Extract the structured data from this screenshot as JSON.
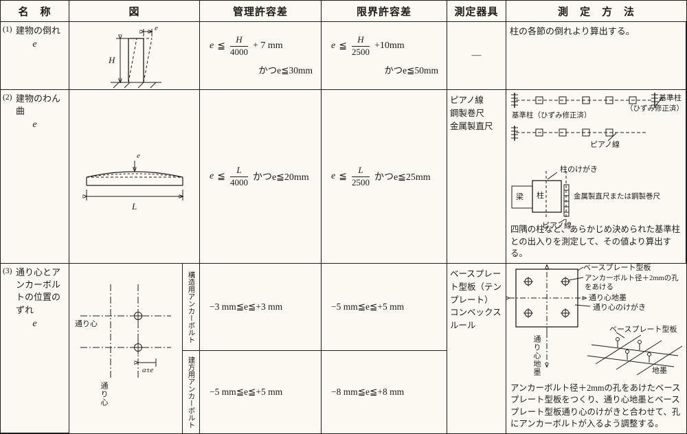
{
  "colors": {
    "paper": "#fbf9f1",
    "ink": "#1c1c1c"
  },
  "header": {
    "name": "名　称",
    "figure": "図",
    "control": "管理許容差",
    "limit": "限界許容差",
    "instrument": "測定器具",
    "method": "測　定　方　法"
  },
  "row1": {
    "no": "(1)",
    "name": "建物の倒れ",
    "symbol": "e",
    "fig": {
      "height_label": "H",
      "e_label": "e"
    },
    "control": {
      "var": "e",
      "op": "≦",
      "num": "H",
      "den": "4000",
      "tail": "+ 7 mm",
      "also": "かつe≦30mm"
    },
    "limit": {
      "var": "e",
      "op": "≦",
      "num": "H",
      "den": "2500",
      "tail": "+10mm",
      "also": "かつe≦50mm"
    },
    "instrument": "―",
    "method_text": "柱の各節の倒れより算出する。"
  },
  "row2": {
    "no": "(2)",
    "name": "建物のわん曲",
    "symbol": "e",
    "fig": {
      "length_label": "L",
      "e_label": "e"
    },
    "control": {
      "var": "e",
      "op": "≦",
      "num": "L",
      "den": "4000",
      "tail": "かつe≦20mm"
    },
    "limit": {
      "var": "e",
      "op": "≦",
      "num": "L",
      "den": "2500",
      "tail": "かつe≦25mm"
    },
    "instruments": [
      "ピアノ線",
      "鋼製巻尺",
      "金属製直尺"
    ],
    "diagram": {
      "ref_col_right_1": "基準柱",
      "ref_col_right_2": "（ひずみ修正済）",
      "ref_col_left": "基準柱（ひずみ修正済）",
      "piano_wire_1": "ピアノ線",
      "kegaki": "柱のけがき",
      "beam": "梁",
      "column": "柱",
      "ruler": "金属製直尺または鋼製巻尺",
      "piano_wire_2": "ピアノ線"
    },
    "method_text": "四隅の柱など、あらかじめ決められた基準柱との出入りを測定して、その値より算出する。"
  },
  "row3": {
    "no": "(3)",
    "name": "通り心とアンカーボルトの位置のずれ",
    "symbol": "e",
    "fig": {
      "grid_label_left": "通り心",
      "grid_label_bottom": "通り心",
      "dim_label": "a±e"
    },
    "sub_rows": [
      {
        "label": "構造用アンカーボルト",
        "control": "−3 mm≦e≦+3 mm",
        "limit": "−5 mm≦e≦+5 mm"
      },
      {
        "label": "建方用アンカーボルト",
        "control": "−5 mm≦e≦+5 mm",
        "limit": "−8 mm≦e≦+8 mm"
      }
    ],
    "instruments": [
      "ベースプレート型板（テンプレート）",
      "コンベックスルール"
    ],
    "diagram": {
      "plate_top": "ベースプレート型板",
      "hole": "アンカーボルト径＋2mmの孔をあける",
      "sumi": "通り心地墨",
      "kegaki": "通り心のけがき",
      "plate_2": "ベースプレート型板",
      "vertical": "通り心地墨",
      "jizumi": "地墨"
    },
    "method_text": "アンカーボルト径＋2mmの孔をあけたベースプレート型板をつくり、通り心地墨とベースプレート型板通り心のけがきと合わせて、孔にアンカーボルトが入るよう調整する。"
  }
}
